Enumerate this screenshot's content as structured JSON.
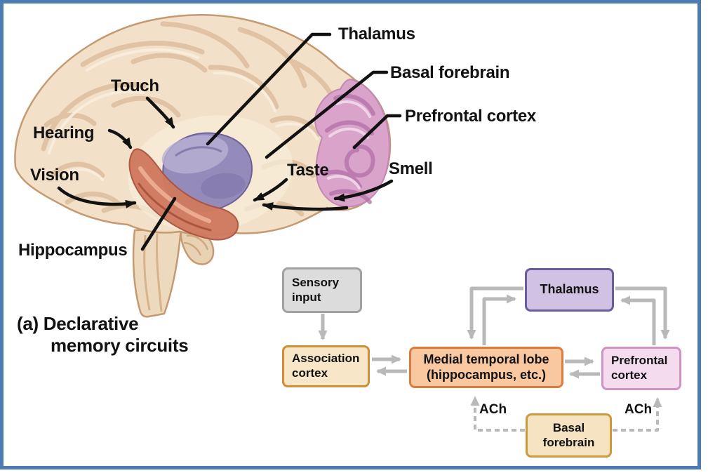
{
  "figure": {
    "caption": {
      "line1": "(a) Declarative",
      "line2": "memory circuits"
    },
    "frame_color": "#4d7cb5",
    "brain": {
      "labels": {
        "touch": "Touch",
        "hearing": "Hearing",
        "vision": "Vision",
        "thalamus": "Thalamus",
        "basal_forebrain": "Basal forebrain",
        "prefrontal_cortex": "Prefrontal cortex",
        "taste": "Taste",
        "smell": "Smell",
        "hippocampus": "Hippocampus"
      },
      "region_colors": {
        "cortex_cream": "#f2e1c8",
        "prefrontal_pink": "#d9a3ca",
        "thalamus_purple": "#958bbb",
        "hippocampus_red": "#cf7a60"
      }
    },
    "flowchart": {
      "arrow_color": "#b9b9b9",
      "nodes": {
        "sensory_input": {
          "line1": "Sensory",
          "line2": "input",
          "fill": "#dcdcdc",
          "border": "#a2a2a2"
        },
        "association_cortex": {
          "line1": "Association",
          "line2": "cortex",
          "fill": "#f7e7c8",
          "border": "#cf8f35"
        },
        "medial_temporal_lobe": {
          "line1": "Medial temporal lobe",
          "line2": "(hippocampus, etc.)",
          "fill": "#f9c7a0",
          "border": "#e07b40"
        },
        "thalamus": {
          "line1": "Thalamus",
          "fill": "#cfc2e2",
          "border": "#6b5c9c"
        },
        "prefrontal_cortex": {
          "line1": "Prefrontal",
          "line2": "cortex",
          "fill": "#f5dbee",
          "border": "#cf93c4"
        },
        "basal_forebrain": {
          "line1": "Basal",
          "line2": "forebrain",
          "fill": "#f6e3c1",
          "border": "#cc9a3a"
        }
      },
      "ach_left": "ACh",
      "ach_right": "ACh"
    }
  }
}
